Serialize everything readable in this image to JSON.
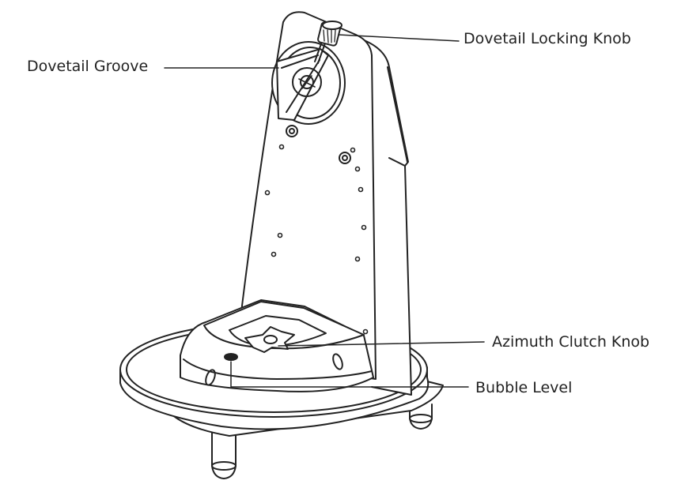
{
  "labels": {
    "dovetail_groove": "Dovetail Groove",
    "dovetail_locking_knob": "Dovetail Locking Knob",
    "azimuth_clutch_knob": "Azimuth Clutch Knob",
    "bubble_level": "Bubble Level"
  },
  "colors": {
    "line": "#222222",
    "fill": "#ffffff",
    "background": "#ffffff"
  }
}
